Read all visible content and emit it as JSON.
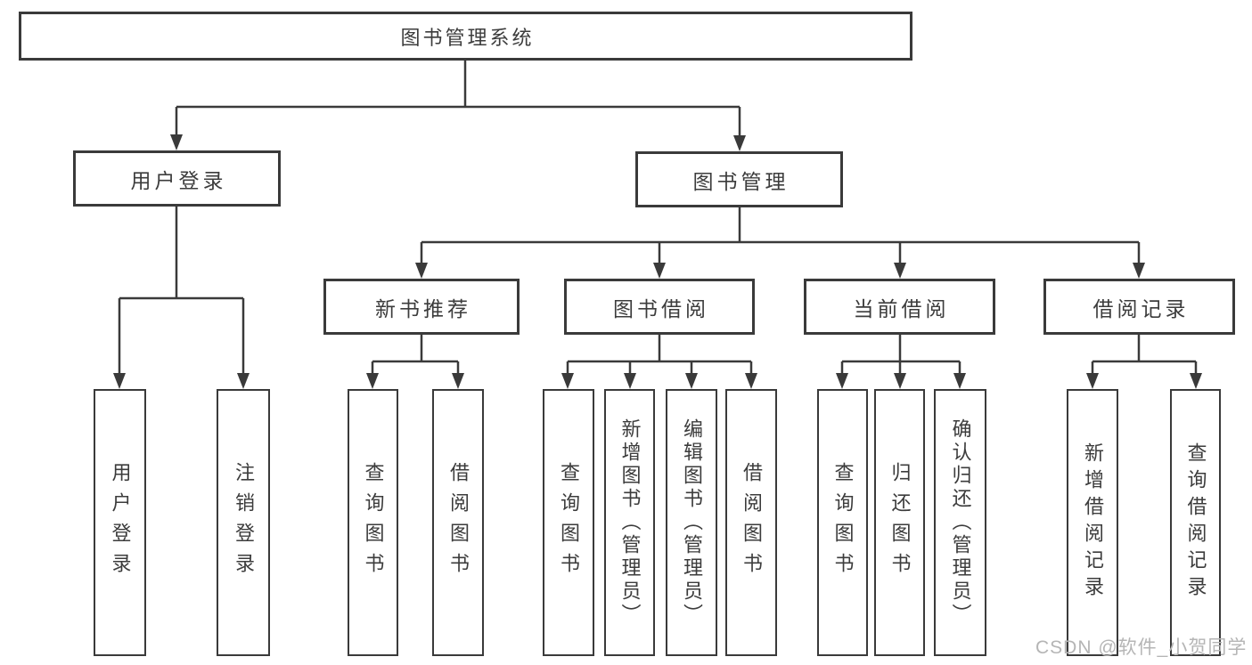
{
  "diagram": {
    "root": "图书管理系统",
    "level2": {
      "user_login": "用户登录",
      "book_management": "图书管理"
    },
    "level3": {
      "new_book_recommend": "新书推荐",
      "book_borrow": "图书借阅",
      "current_borrow": "当前借阅",
      "borrow_record": "借阅记录"
    },
    "leaves": {
      "user_login": [
        "用户登录",
        "注销登录"
      ],
      "new_book_recommend": [
        "查询图书",
        "借阅图书"
      ],
      "book_borrow": [
        "查询图书",
        "新增图书（管理员）",
        "编辑图书（管理员）",
        "借阅图书"
      ],
      "current_borrow": [
        "查询图书",
        "归还图书",
        "确认归还（管理员）"
      ],
      "borrow_record": [
        "新增借阅记录",
        "查询借阅记录"
      ]
    },
    "colors": {
      "line": "#3a3a3a",
      "text": "#3c3c3c",
      "watermark": "#b5b5b5",
      "background": "#ffffff"
    },
    "watermark": "CSDN @软件_小贺同学"
  }
}
